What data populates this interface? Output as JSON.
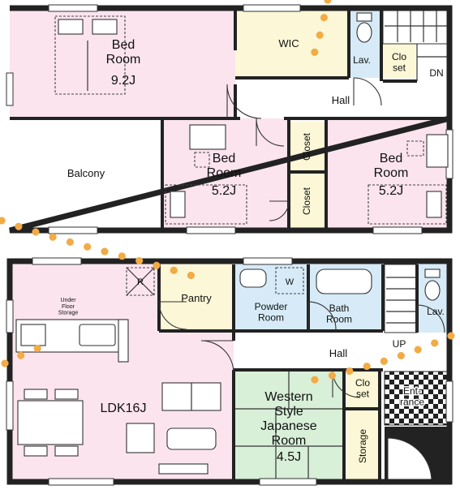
{
  "colors": {
    "bedroom": "#fbe4ee",
    "wic": "#fcf7d6",
    "wet": "#d6ebf7",
    "japanese": "#d8efd8",
    "storage": "#fcf7d6",
    "floor": "#ffffff",
    "wall": "#222222",
    "dot": "#f2ab45"
  },
  "upper": {
    "bedroom_main": {
      "name": "Bed\nRoom",
      "size": "9.2J"
    },
    "wic": "WIC",
    "lav": "Lav.",
    "closet_top": "Clo\nset",
    "dn": "DN",
    "hall": "Hall",
    "balcony": "Balcony",
    "bedroom_mid": {
      "name": "Bed\nRoom",
      "size": "5.2J"
    },
    "closet_a": "Closet",
    "closet_b": "Closet",
    "bedroom_right": {
      "name": "Bed\nRoom",
      "size": "5.2J"
    }
  },
  "lower": {
    "r_mark": "R",
    "w_mark": "W",
    "pantry": "Pantry",
    "powder": "Powder\nRoom",
    "bath": "Bath\nRoom",
    "lav": "Lav.",
    "underfloor": "Under\nFloor\nStorage",
    "hall": "Hall",
    "up": "UP",
    "ldk": "LDK16J",
    "closet": "Clo\nset",
    "entrance": "Ent-\nrance",
    "japanese": {
      "name": "Western\nStyle\nJapanese\nRoom",
      "size": "4.5J"
    },
    "storage": "Storage"
  }
}
